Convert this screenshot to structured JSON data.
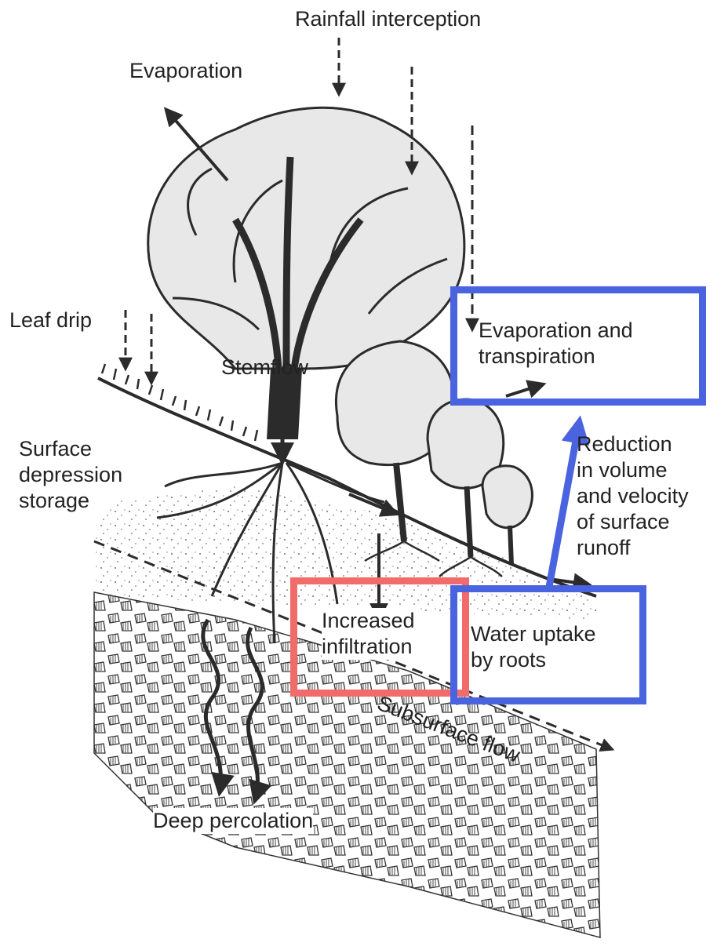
{
  "labels": {
    "rainfall_interception": "Rainfall interception",
    "evaporation": "Evaporation",
    "leaf_drip": "Leaf drip",
    "stemflow": "Stemflow",
    "surface_depression_storage": "Surface\ndepression\nstorage",
    "evaporation_and_transpiration": "Evaporation and\ntranspiration",
    "reduction_in_runoff": "Reduction\nin volume\nand velocity\nof surface\nrunoff",
    "increased_infiltration": "Increased\ninfiltration",
    "water_uptake_by_roots": "Water uptake\nby roots",
    "subsurface_flow": "Subsurface flow",
    "deep_percolation": "Deep percolation"
  },
  "highlights": {
    "red_color": "#f26b6b",
    "blue_color": "#4a64e0"
  },
  "colors": {
    "ink": "#2b2b2b",
    "background": "#ffffff"
  }
}
